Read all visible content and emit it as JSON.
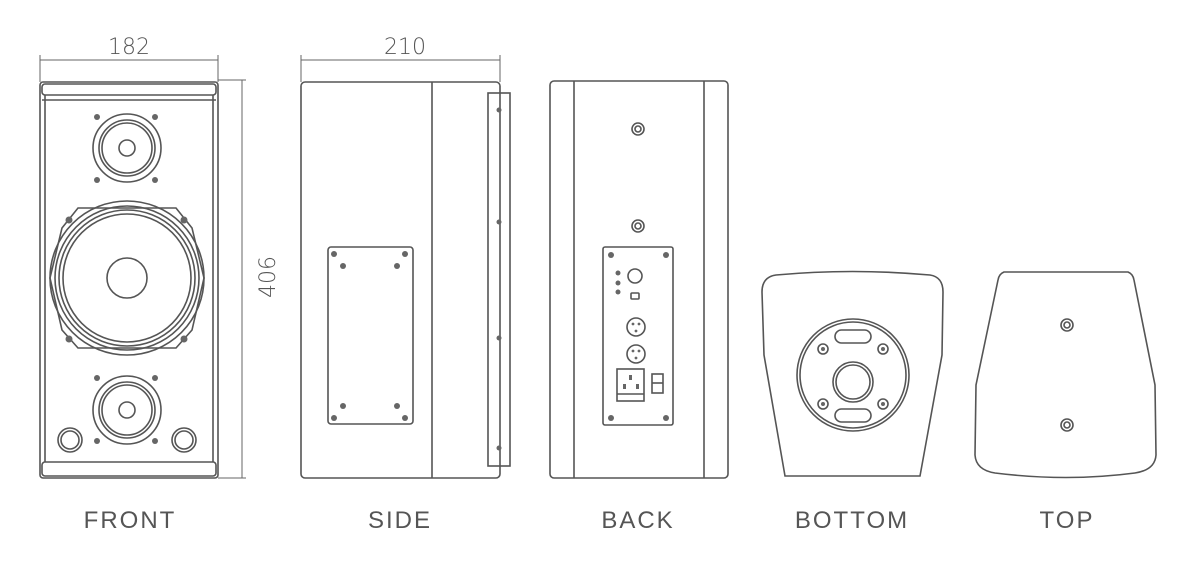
{
  "dimensions": {
    "front_width": "182",
    "side_depth": "210",
    "height": "406"
  },
  "views": {
    "front": "FRONT",
    "side": "SIDE",
    "back": "BACK",
    "bottom": "BOTTOM",
    "top": "TOP"
  },
  "colors": {
    "line": "#555555",
    "background": "#ffffff"
  }
}
